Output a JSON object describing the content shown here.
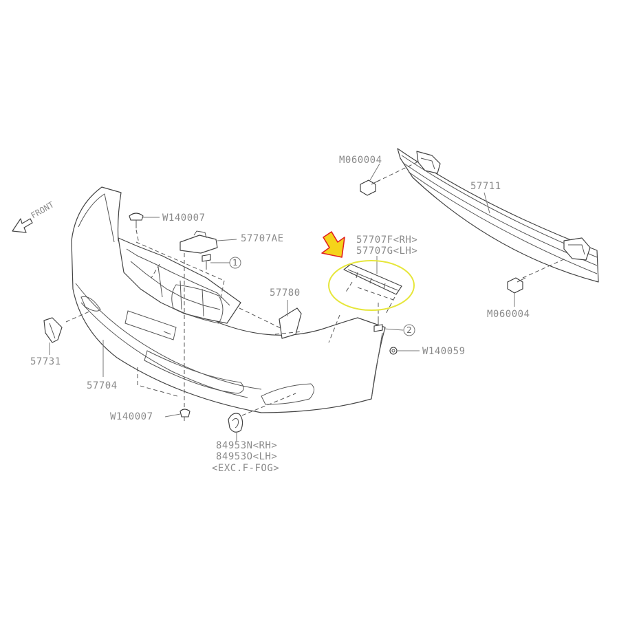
{
  "diagram": {
    "direction_label": "FRONT",
    "part_labels": {
      "m060004_top": "M060004",
      "p57711": "57711",
      "w140007_top": "W140007",
      "p57707ae": "57707AE",
      "p57707f": "57707F<RH>",
      "p57707g": "57707G<LH>",
      "p57780": "57780",
      "m060004_bottom": "M060004",
      "w140059": "W140059",
      "p57731": "57731",
      "p57704": "57704",
      "w140007_bottom": "W140007",
      "p84953n": "84953N<RH>",
      "p84953o": "84953O<LH>",
      "exc_f_fog": "<EXC.F-FOG>"
    },
    "callouts": {
      "c1": "1",
      "c2": "2"
    },
    "colors": {
      "line": "#4a4a4a",
      "label": "#8a8a8a",
      "highlight_ellipse": "#e6e63a",
      "arrow_fill": "#f5d31a",
      "arrow_stroke": "#e02020"
    },
    "highlighted_part": "57707F<RH> / 57707G<LH>"
  }
}
